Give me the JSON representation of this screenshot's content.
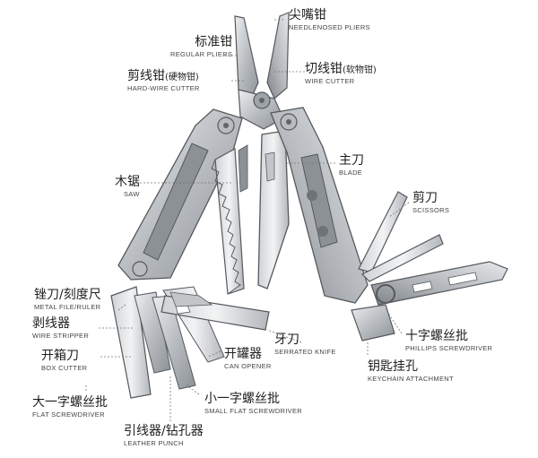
{
  "labels": {
    "needlenose": {
      "cn": "尖嘴钳",
      "en": "NEEDLENOSED PLIERS"
    },
    "regular": {
      "cn": "标准钳",
      "en": "REGULAR PLIERS"
    },
    "hardwire": {
      "cn": "剪线钳",
      "cn_note": "(硬物钳)",
      "en": "HARD-WIRE CUTTER"
    },
    "wire": {
      "cn": "切线钳",
      "cn_note": "(软物钳)",
      "en": "WIRE CUTTER"
    },
    "blade": {
      "cn": "主刀",
      "en": "BLADE"
    },
    "saw": {
      "cn": "木锯",
      "en": "SAW"
    },
    "scissors": {
      "cn": "剪刀",
      "en": "SCISSORS"
    },
    "file": {
      "cn": "锉刀/刻度尺",
      "en": "METAL FILE/RULER"
    },
    "stripper": {
      "cn": "剥线器",
      "en": "WIRE STRIPPER"
    },
    "serrated": {
      "cn": "牙刀",
      "en": "SERRATED KNIFE"
    },
    "phillips": {
      "cn": "十字螺丝批",
      "en": "PHILLIPS SCREWDRIVER"
    },
    "boxcutter": {
      "cn": "开箱刀",
      "en": "BOX CUTTER"
    },
    "canopener": {
      "cn": "开罐器",
      "en": "CAN OPENER"
    },
    "keychain": {
      "cn": "钥匙挂孔",
      "en": "KEYCHAIN ATTACHMENT"
    },
    "flatscrew": {
      "cn": "大一字螺丝批",
      "en": "FLAT SCREWDRIVER"
    },
    "smallflat": {
      "cn": "小一字螺丝批",
      "en": "SMALL FLAT SCREWDRIVER"
    },
    "punch": {
      "cn": "引线器/钻孔器",
      "en": "LEATHER PUNCH"
    }
  },
  "colors": {
    "steel_light": "#d6d8da",
    "steel_mid": "#a9adb1",
    "steel_dark": "#6e7378",
    "outline": "#55595d",
    "leader": "#777777"
  }
}
